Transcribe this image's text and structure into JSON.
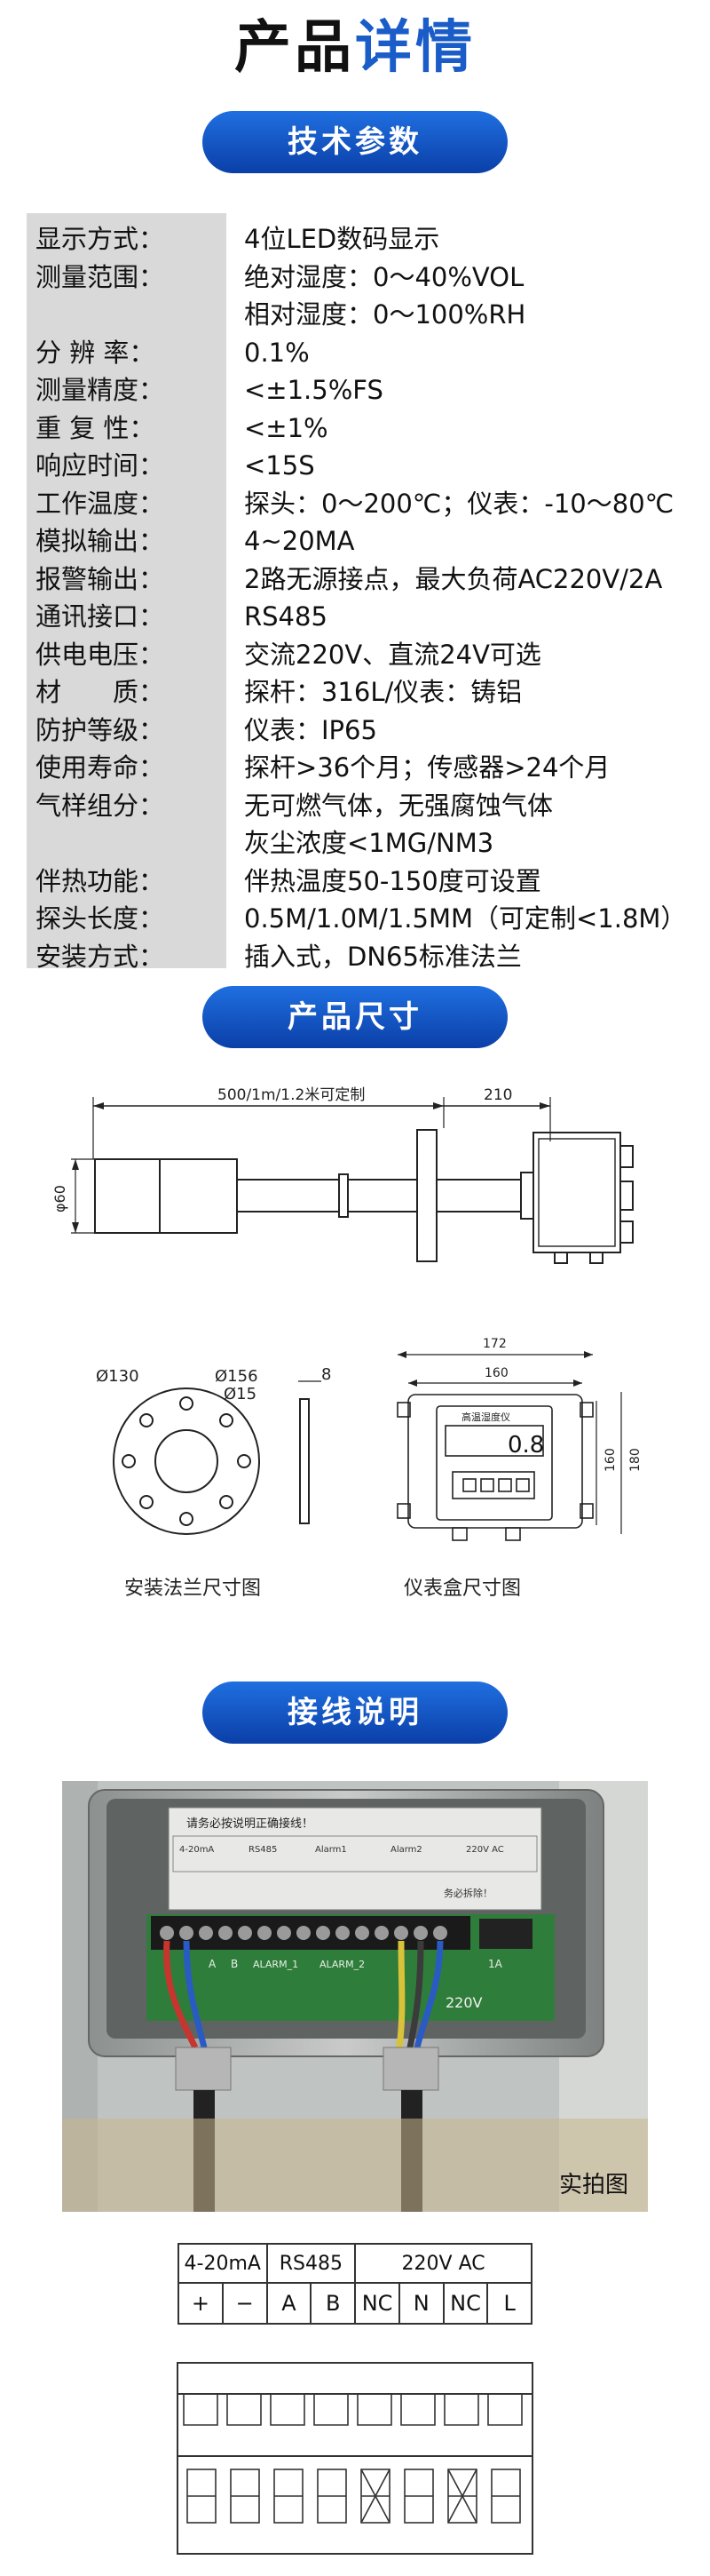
{
  "page_title": {
    "part1": "产品",
    "part2": "详情"
  },
  "sections": {
    "specs": "技术参数",
    "dimensions": "产品尺寸",
    "wiring": "接线说明"
  },
  "specs": [
    {
      "key": "显示方式：",
      "values": [
        "4位LED数码显示"
      ]
    },
    {
      "key": "测量范围：",
      "values": [
        "绝对湿度：0～40%VOL",
        "相对湿度：0～100%RH"
      ]
    },
    {
      "key": "分 辨 率：",
      "values": [
        "0.1%"
      ]
    },
    {
      "key": "测量精度：",
      "values": [
        "<±1.5%FS"
      ]
    },
    {
      "key": "重 复 性：",
      "values": [
        "<±1%"
      ]
    },
    {
      "key": "响应时间：",
      "values": [
        "<15S"
      ]
    },
    {
      "key": "工作温度：",
      "values": [
        "探头：0～200℃；仪表：-10～80℃"
      ]
    },
    {
      "key": "模拟输出：",
      "values": [
        "4~20MA"
      ]
    },
    {
      "key": "报警输出：",
      "values": [
        "2路无源接点，最大负荷AC220V/2A"
      ]
    },
    {
      "key": "通讯接口：",
      "values": [
        "RS485"
      ]
    },
    {
      "key": "供电电压：",
      "values": [
        "交流220V、直流24V可选"
      ]
    },
    {
      "key": "材　　质：",
      "values": [
        "探杆：316L/仪表：铸铝"
      ]
    },
    {
      "key": "防护等级：",
      "values": [
        "仪表：IP65"
      ]
    },
    {
      "key": "使用寿命：",
      "values": [
        "探杆>36个月；传感器>24个月"
      ]
    },
    {
      "key": "气样组分：",
      "values": [
        "无可燃气体，无强腐蚀气体",
        "灰尘浓度<1MG/NM3"
      ]
    },
    {
      "key": "伴热功能：",
      "values": [
        "伴热温度50-150度可设置"
      ]
    },
    {
      "key": "探头长度：",
      "values": [
        "0.5M/1.0M/1.5MM（可定制<1.8M）"
      ]
    },
    {
      "key": "安装方式：",
      "values": [
        "插入式，DN65标准法兰"
      ]
    }
  ],
  "dimensions": {
    "probe_length": "500/1m/1.2米可定制",
    "box_depth": "210",
    "probe_dia": "φ60",
    "flange_outer": "Ø130",
    "flange_pcd": "Ø156",
    "flange_hole": "Ø15",
    "flange_thk": "8",
    "box_width_outer": "172",
    "box_width_inner": "160",
    "box_height": "160",
    "box_height_outer": "180",
    "box_display_title": "高温湿度仪",
    "box_display_value": "0.8",
    "caption_flange": "安装法兰尺寸图",
    "caption_box": "仪表盒尺寸图"
  },
  "wiring": {
    "photo_caption": "实拍图",
    "warning_label": "请务必按说明正确接线！",
    "photo_labels": [
      "4-20mA",
      "RS485",
      "Alarm1",
      "Alarm2",
      "220V AC"
    ],
    "board_labels": [
      "A",
      "B",
      "ALARM_1",
      "ALARM_2",
      "1A"
    ],
    "voltage_label": "220V",
    "caution_label": "务必拆除！",
    "terminal_headers": [
      "4-20mA",
      "RS485",
      "220V  AC"
    ],
    "terminals": [
      "+",
      "−",
      "A",
      "B",
      "NC",
      "N",
      "NC",
      "L"
    ]
  },
  "colors": {
    "accent": "#1a5cc8",
    "pill_top": "#1f6fe0",
    "pill_bottom": "#0b3fa8",
    "key_bg": "#d9d9d9"
  }
}
